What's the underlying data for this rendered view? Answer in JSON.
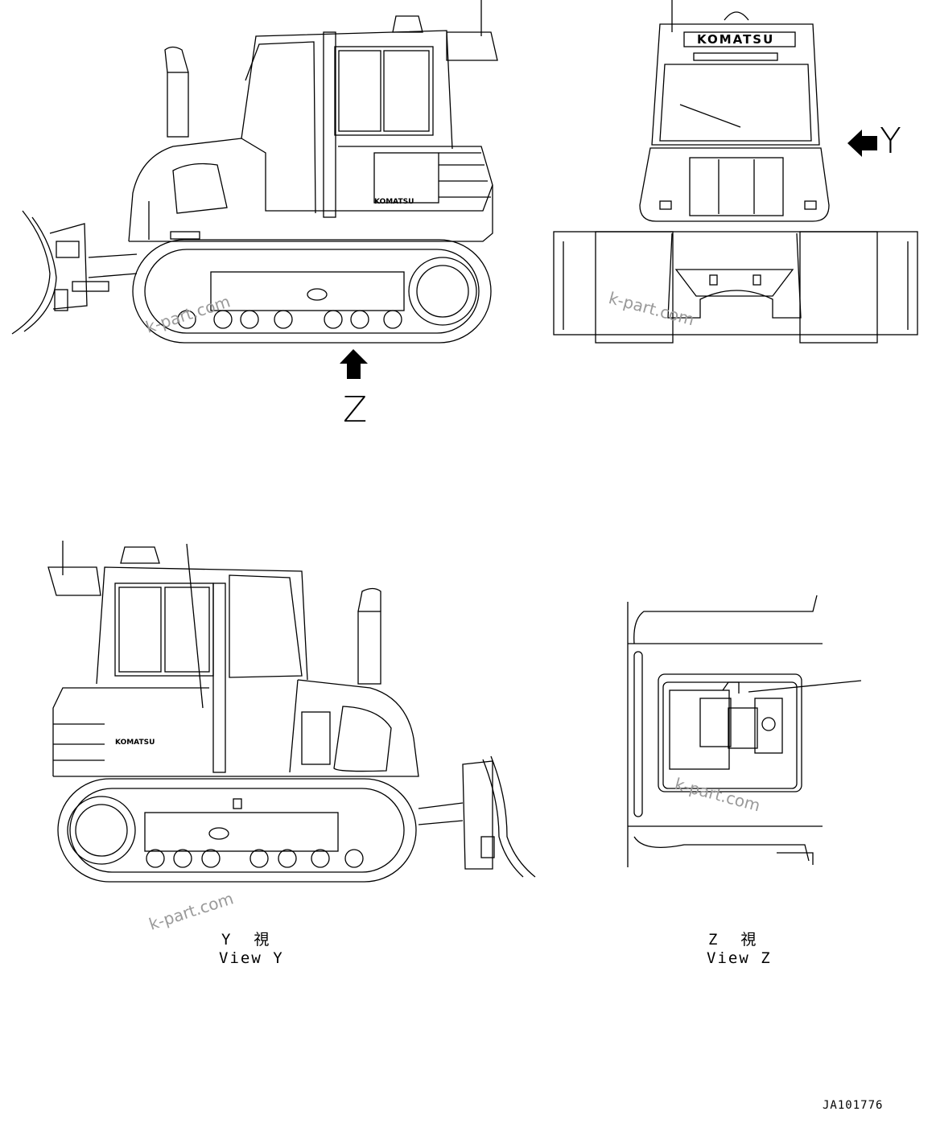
{
  "arrow_labels": {
    "z": "Z",
    "y": "Y"
  },
  "views": {
    "y": {
      "title_jp": "Y  視",
      "title_en": "View Y"
    },
    "z": {
      "title_jp": "Z  視",
      "title_en": "View Z"
    }
  },
  "brand": "KOMATSU",
  "drawing_code": "JA101776",
  "watermark": "k-part.com"
}
